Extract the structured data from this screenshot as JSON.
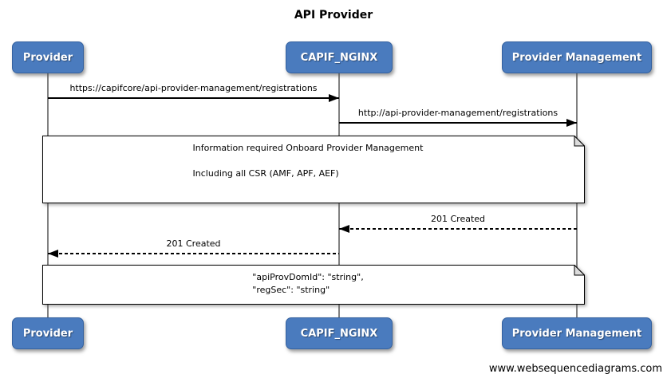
{
  "diagram": {
    "title": "API Provider",
    "watermark": "www.websequencediagrams.com"
  },
  "actors": [
    {
      "label": "Provider"
    },
    {
      "label": "CAPIF_NGINX"
    },
    {
      "label": "Provider Management"
    }
  ],
  "messages": [
    {
      "label": "https://capifcore/api-provider-management/registrations",
      "from": "Provider",
      "to": "CAPIF_NGINX",
      "line": "solid",
      "direction": "right"
    },
    {
      "label": "http://api-provider-management/registrations",
      "from": "CAPIF_NGINX",
      "to": "Provider Management",
      "line": "solid",
      "direction": "right"
    },
    {
      "label": "201 Created",
      "from": "Provider Management",
      "to": "CAPIF_NGINX",
      "line": "dashed",
      "direction": "left"
    },
    {
      "label": "201 Created",
      "from": "CAPIF_NGINX",
      "to": "Provider",
      "line": "dashed",
      "direction": "left"
    }
  ],
  "notes": [
    {
      "lines": [
        "Information required Onboard Provider Management",
        "",
        "Including all CSR (AMF, APF, AEF)"
      ]
    },
    {
      "lines": [
        "\"apiProvDomId\": \"string\",",
        "\"regSec\": \"string\""
      ]
    }
  ],
  "colors": {
    "background": "#FFFFFF",
    "actor_fill": "#4A7BBE",
    "actor_border": "#34619F",
    "actor_text": "#FFFFFF",
    "lifeline": "#808080",
    "message": "#000000",
    "note_fill": "#FFFFFF",
    "note_border": "#000000"
  }
}
